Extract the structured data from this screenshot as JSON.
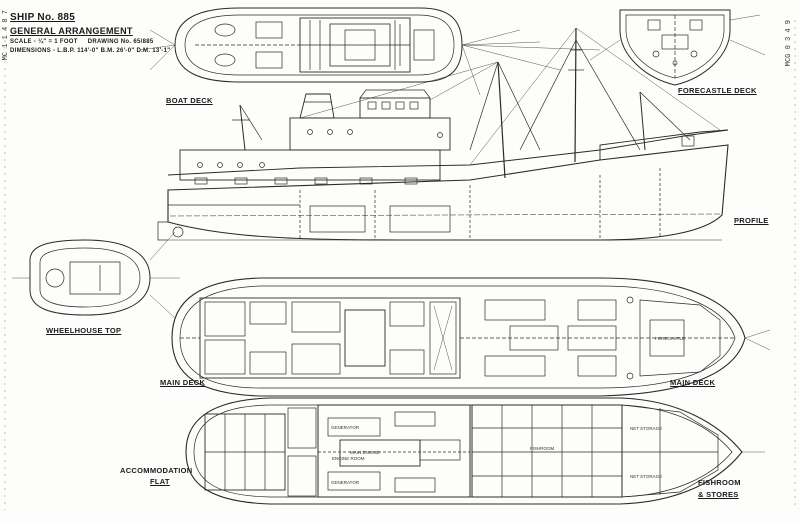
{
  "title_block": {
    "ship": "SHIP No. 885",
    "drawing_title": "GENERAL ARRANGEMENT",
    "scale": "SCALE - ¼\" = 1 FOOT",
    "drawing_no": "DRAWING No. 65/885",
    "dimensions": "DIMENSIONS - L.B.P. 114'-0\"  B.M. 26'-0\"  D.M. 13'-1\""
  },
  "view_labels": {
    "boat_deck": "BOAT  DECK",
    "forecastle_deck": "FORECASTLE  DECK",
    "profile": "PROFILE",
    "wheelhouse_top": "WHEELHOUSE  TOP",
    "main_deck_aft": "MAIN  DECK",
    "main_deck_fwd": "MAIN  DECK",
    "accommodation_flat_1": "ACCOMMODATION",
    "accommodation_flat_2": "FLAT",
    "fishroom_1": "FISHROOM",
    "fishroom_2": "& STORES"
  },
  "margin_marks": {
    "left_top": "MC 1 1 4 8 7",
    "right_top": "MCG 0 3 4 9"
  },
  "room_labels": {
    "engine_room": "ENGINE  ROOM",
    "fishroom": "FISHROOM",
    "generator_1": "GENERATOR",
    "generator_2": "GENERATOR",
    "main_engine": "MAIN  ENGINE",
    "net_store_1": "NET STORAGE",
    "net_store_2": "NET STORAGE",
    "forecastle": "FORECASTLE"
  }
}
